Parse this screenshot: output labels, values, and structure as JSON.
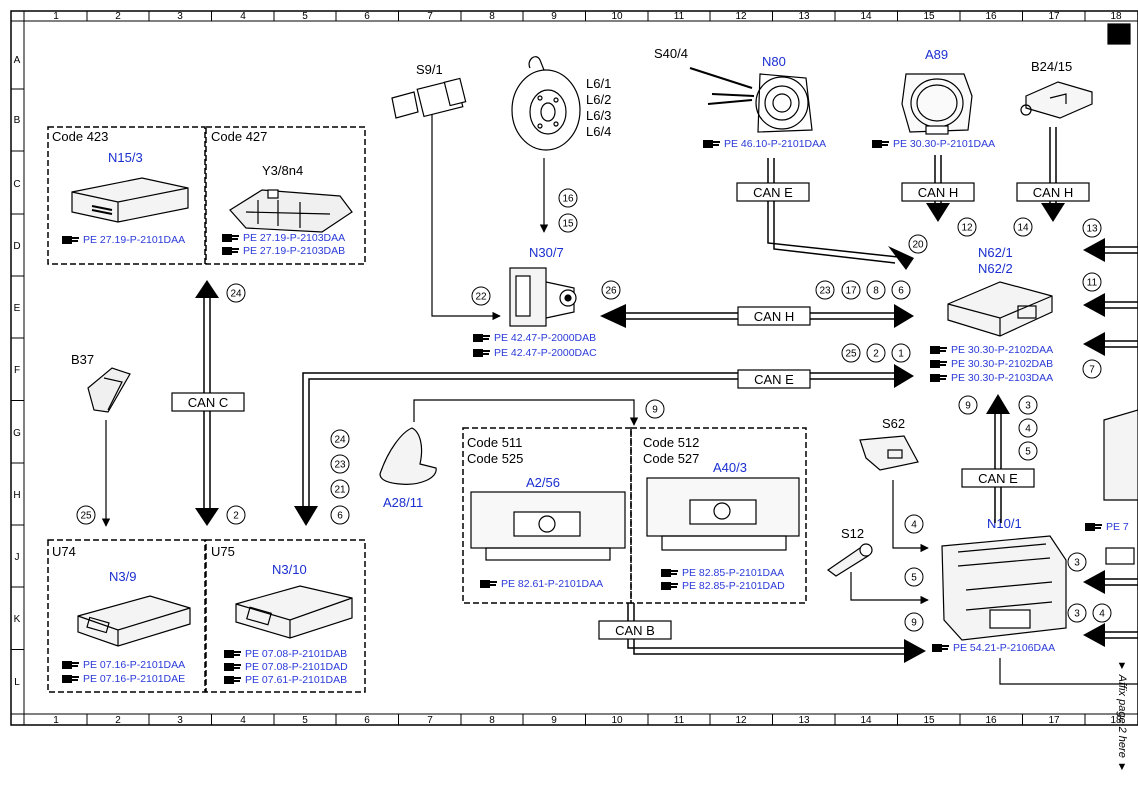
{
  "grid": {
    "columns": [
      "1",
      "2",
      "3",
      "4",
      "5",
      "6",
      "7",
      "8",
      "9",
      "10",
      "11",
      "12",
      "13",
      "14",
      "15",
      "16",
      "17",
      "18"
    ],
    "rows": [
      "A",
      "B",
      "C",
      "D",
      "E",
      "F",
      "G",
      "H",
      "J",
      "K",
      "L"
    ]
  },
  "codes": {
    "c423": "Code 423",
    "c427": "Code 427",
    "c511": "Code 511",
    "c525": "Code 525",
    "c512": "Code 512",
    "c527": "Code 527"
  },
  "components": {
    "n15_3": "N15/3",
    "y3_8n4": "Y3/8n4",
    "s9_1": "S9/1",
    "l6": [
      "L6/1",
      "L6/2",
      "L6/3",
      "L6/4"
    ],
    "n30_7": "N30/7",
    "s40_4": "S40/4",
    "n80": "N80",
    "a89": "A89",
    "b24_15": "B24/15",
    "n62_1": "N62/1",
    "n62_2": "N62/2",
    "b37": "B37",
    "a28_11": "A28/11",
    "a2_56": "A2/56",
    "a40_3": "A40/3",
    "s62": "S62",
    "s12": "S12",
    "n10_1": "N10/1",
    "u74": "U74",
    "u75": "U75",
    "n3_9": "N3/9",
    "n3_10": "N3/10"
  },
  "refs": {
    "n15_3": [
      "PE 27.19-P-2101DAA"
    ],
    "y3_8n4": [
      "PE 27.19-P-2103DAA",
      "PE 27.19-P-2103DAB"
    ],
    "n80": [
      "PE 46.10-P-2101DAA"
    ],
    "a89": [
      "PE 30.30-P-2101DAA"
    ],
    "n30_7": [
      "PE 42.47-P-2000DAB",
      "PE 42.47-P-2000DAC"
    ],
    "n62": [
      "PE 30.30-P-2102DAA",
      "PE 30.30-P-2102DAB",
      "PE 30.30-P-2103DAA"
    ],
    "a2_56": [
      "PE 82.61-P-2101DAA"
    ],
    "a40_3": [
      "PE 82.85-P-2101DAA",
      "PE 82.85-P-2101DAD"
    ],
    "n10_1": [
      "PE 54.21-P-2106DAA"
    ],
    "n3_9": [
      "PE 07.16-P-2101DAA",
      "PE 07.16-P-2101DAE"
    ],
    "n3_10": [
      "PE 07.08-P-2101DAB",
      "PE 07.08-P-2101DAD",
      "PE 07.61-P-2101DAB"
    ],
    "edge_cut": "PE 7"
  },
  "buses": {
    "can_c": "CAN C",
    "can_h_mid": "CAN H",
    "can_e_mid": "CAN E",
    "can_e_n80": "CAN E",
    "can_h_a89": "CAN H",
    "can_h_b24": "CAN H",
    "can_e_n10": "CAN E",
    "can_b": "CAN B"
  },
  "circles": {
    "c24a": "24",
    "c16": "16",
    "c15": "15",
    "c22": "22",
    "c26": "26",
    "c23a": "23",
    "c17": "17",
    "c8": "8",
    "c6a": "6",
    "c25a": "25",
    "c2a": "2",
    "c1": "1",
    "c20": "20",
    "c12": "12",
    "c14": "14",
    "c13": "13",
    "c11": "11",
    "c7": "7",
    "c9a": "9",
    "c9b": "9",
    "c3a": "3",
    "c4a": "4",
    "c5a": "5",
    "c24b": "24",
    "c23b": "23",
    "c21": "21",
    "c6b": "6",
    "c25b": "25",
    "c2b": "2",
    "c4b": "4",
    "c5b": "5",
    "c9c": "9",
    "c3b": "3",
    "c3c": "3",
    "c4c": "4"
  },
  "side_note": "▼ Affix page 2 here ▼"
}
